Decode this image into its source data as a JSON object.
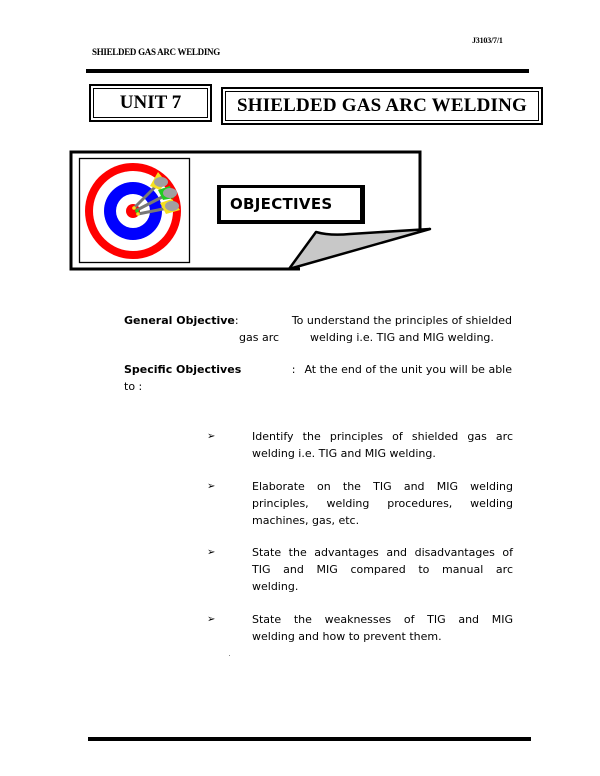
{
  "header": {
    "page_code": "J3103/7/1",
    "running_title": "SHIELDED GAS ARC WELDING"
  },
  "unit": {
    "label": "UNIT 7",
    "title": "SHIELDED GAS ARC WELDING"
  },
  "banner": {
    "label": "OBJECTIVES",
    "icon": "dartboard-target-icon",
    "colors": {
      "ring_red": "#ff0000",
      "ring_blue": "#0000ff",
      "dart_yellow": "#f5e020",
      "dart_green": "#22cc22",
      "dart_gray": "#a0a0a0",
      "curl_fill": "#c8c8c8"
    }
  },
  "general_objective": {
    "label": "General Objective",
    "separator": ":",
    "line1": "To understand the principles of shielded",
    "line2_a": "gas arc",
    "line2_b": "welding i.e. TIG and MIG welding."
  },
  "specific_objectives": {
    "label": "Specific Objectives",
    "separator": ":",
    "line1": "At the end of the unit you will be able",
    "line2": "to :",
    "bullet_glyph": "➢",
    "items": [
      {
        "lines": [
          "Identify the principles of shielded gas arc",
          "welding i.e. TIG and MIG welding."
        ]
      },
      {
        "lines": [
          "Elaborate on the TIG and MIG welding",
          "principles, welding procedures, welding",
          "machines, gas, etc."
        ]
      },
      {
        "lines": [
          "State the advantages and disadvantages of",
          "TIG and MIG compared to manual arc",
          "welding."
        ]
      },
      {
        "lines": [
          "State the weaknesses of TIG and MIG",
          "welding and how to prevent them."
        ]
      }
    ]
  }
}
